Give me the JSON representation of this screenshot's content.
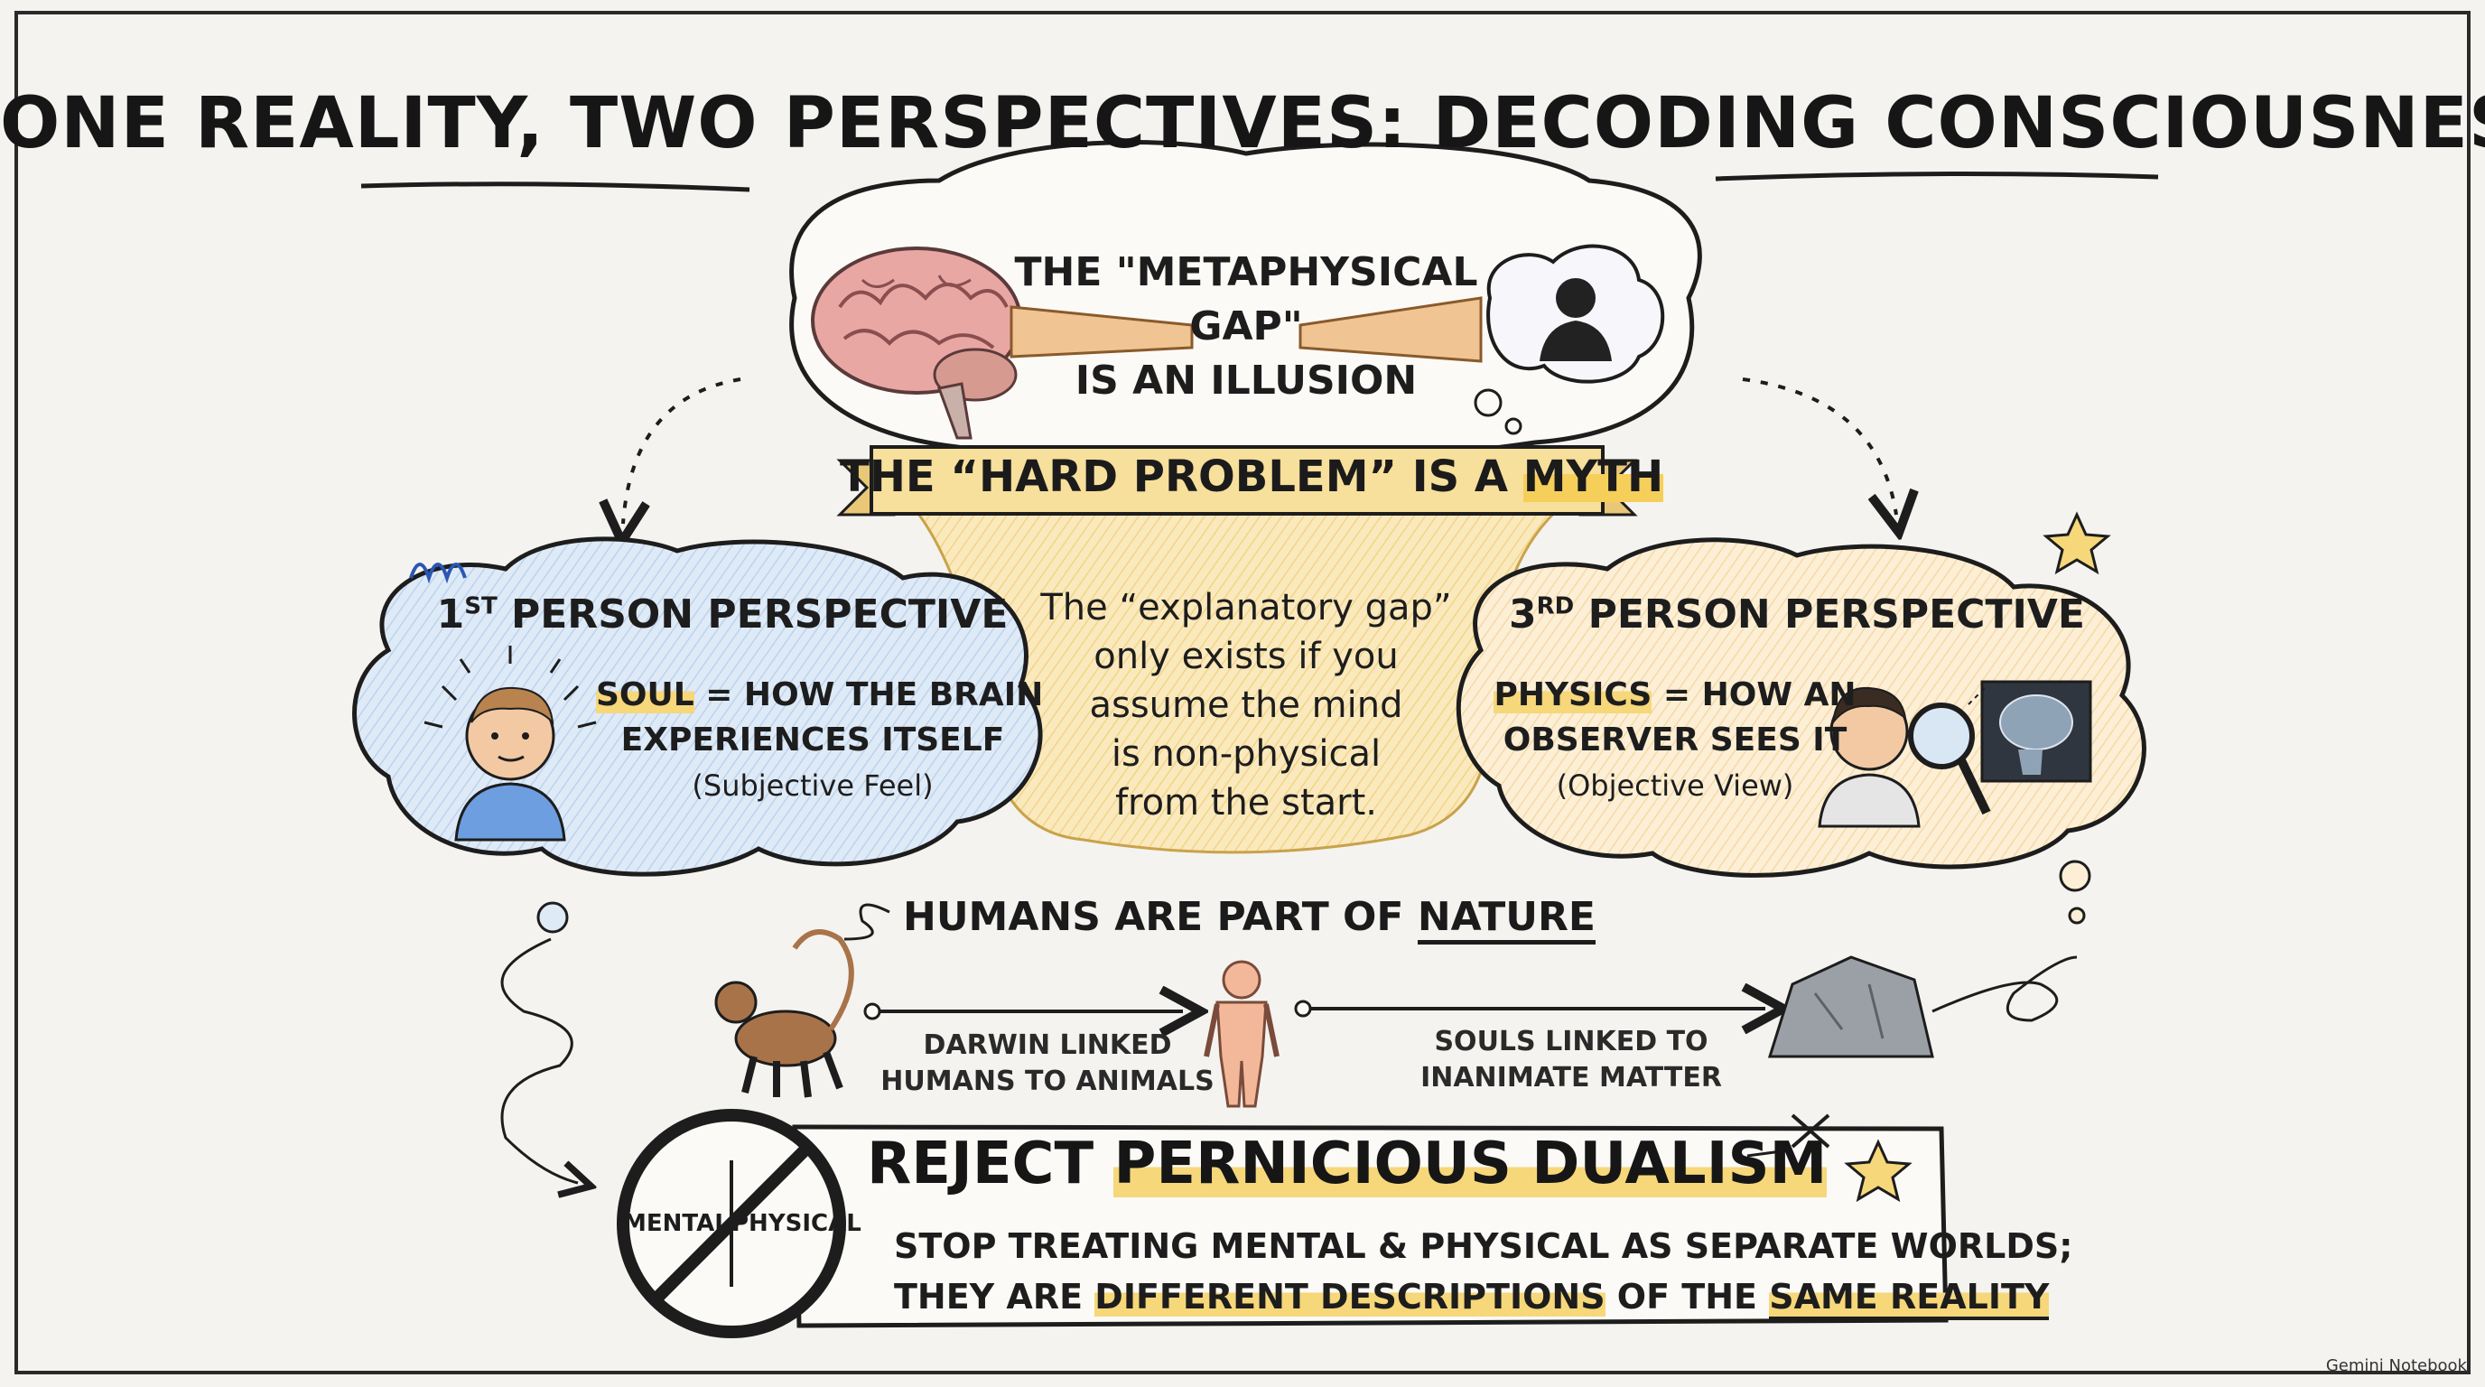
{
  "title": "ONE REALITY, TWO PERSPECTIVES: DECODING CONSCIOUSNESS",
  "top_bubble": {
    "line1": "THE \"METAPHYSICAL",
    "line2": "GAP\"",
    "line3": "IS AN ILLUSION",
    "icons": [
      "brain-icon",
      "person-silhouette-icon"
    ]
  },
  "banner": {
    "prefix": "THE “HARD PROBLEM” IS A ",
    "highlight": "MYTH"
  },
  "first_person": {
    "title_num": "1",
    "title_sup": "ST",
    "title_rest": " PERSON PERSPECTIVE",
    "key": "SOUL",
    "def_rest": " = HOW THE BRAIN",
    "def_line2": "EXPERIENCES ITSELF",
    "sub": "(Subjective Feel)"
  },
  "center_text": {
    "lines": [
      "The “explanatory gap”",
      "only exists if you",
      "assume the mind",
      "is non-physical",
      "from the start."
    ]
  },
  "third_person": {
    "title_num": "3",
    "title_sup": "RD",
    "title_rest": " PERSON PERSPECTIVE",
    "key": "PHYSICS",
    "def_rest": " = HOW AN",
    "def_line2": "OBSERVER SEES IT",
    "sub": "(Objective View)"
  },
  "nature": {
    "prefix": "HUMANS ARE PART OF ",
    "underlined": "NATURE",
    "left_caption": [
      "DARWIN LINKED",
      "HUMANS TO ANIMALS"
    ],
    "right_caption": [
      "SOULS LINKED TO",
      "INANIMATE MATTER"
    ]
  },
  "reject": {
    "title_prefix": "REJECT ",
    "title_highlight": "PERNICIOUS DUALISM",
    "line1": "STOP TREATING MENTAL & PHYSICAL AS SEPARATE WORLDS;",
    "line2_prefix": "THEY ARE ",
    "line2_highlight": "DIFFERENT DESCRIPTIONS",
    "line2_mid": " OF THE ",
    "line2_underlined": "SAME REALITY",
    "sign_left": "MENTAL",
    "sign_right": "PHYSICAL"
  },
  "brand": "Gemini Notebook",
  "colors": {
    "paper": "#f4f3ef",
    "ink": "#1b1b1b",
    "highlight_yellow": "#f6d77a",
    "blue_cloud": "#cfe0f3",
    "peach_cloud": "#fbe8c6",
    "banner": "#f7df9c",
    "center_blob": "#f8e2a9"
  }
}
